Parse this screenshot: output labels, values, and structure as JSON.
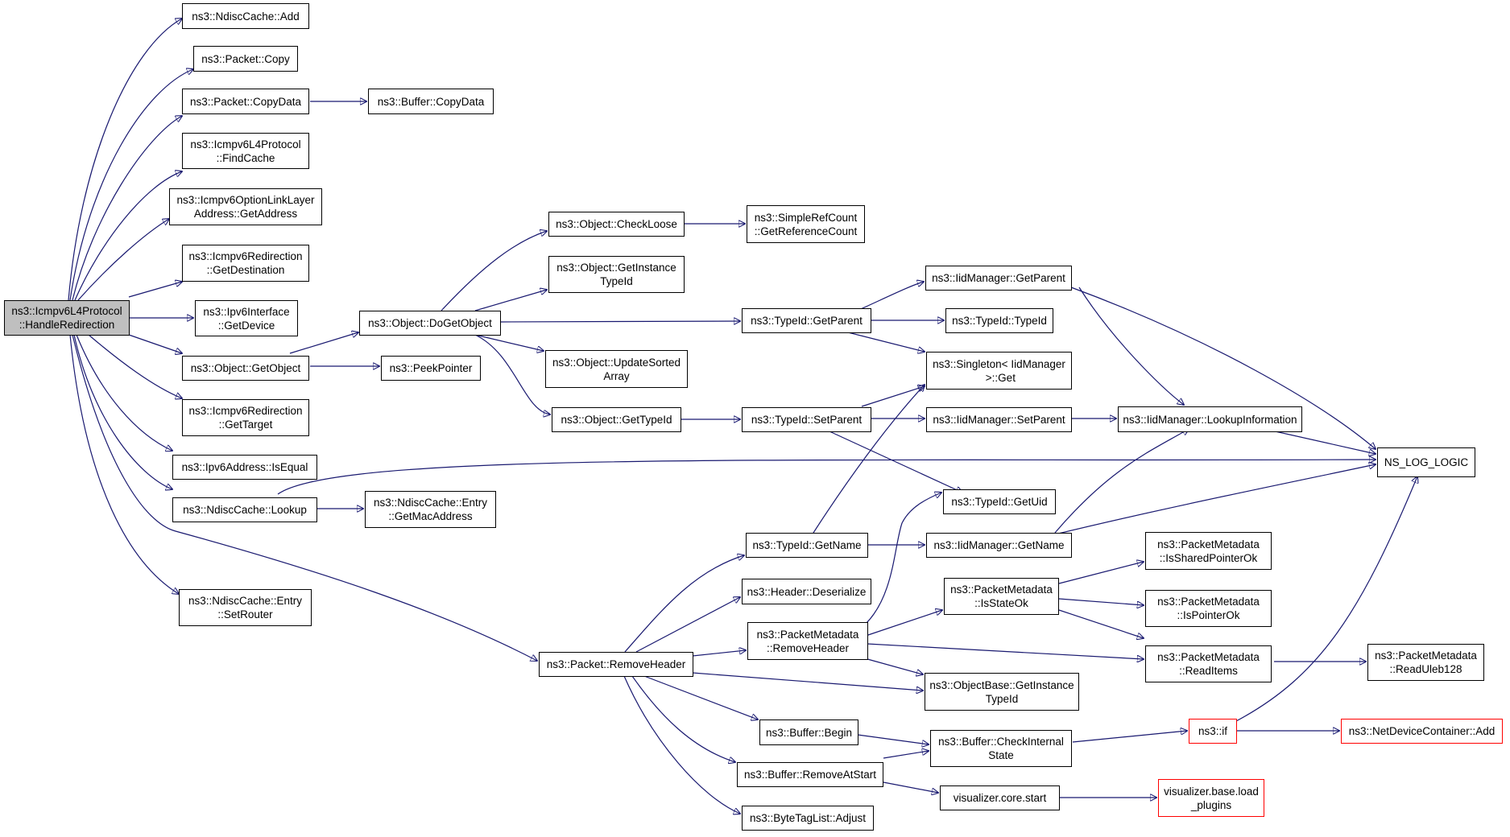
{
  "colors": {
    "edge": "#191970",
    "root_fill": "#bfbfbf",
    "truncated_border": "#ff0000",
    "node_border": "#000000"
  },
  "nodes": {
    "root": "ns3::Icmpv6L4Protocol\n::HandleRedirection",
    "ndisc_add": "ns3::NdiscCache::Add",
    "packet_copy": "ns3::Packet::Copy",
    "packet_copydata": "ns3::Packet::CopyData",
    "buffer_copydata": "ns3::Buffer::CopyData",
    "findcache": "ns3::Icmpv6L4Protocol\n::FindCache",
    "optionlinklayer": "ns3::Icmpv6OptionLinkLayer\nAddress::GetAddress",
    "getdestination": "ns3::Icmpv6Redirection\n::GetDestination",
    "getdevice": "ns3::Ipv6Interface\n::GetDevice",
    "getobject": "ns3::Object::GetObject",
    "gettarget": "ns3::Icmpv6Redirection\n::GetTarget",
    "isequal": "ns3::Ipv6Address::IsEqual",
    "lookup": "ns3::NdiscCache::Lookup",
    "setrouter": "ns3::NdiscCache::Entry\n::SetRouter",
    "getmacaddress": "ns3::NdiscCache::Entry\n::GetMacAddress",
    "peekpointer": "ns3::PeekPointer",
    "dogetobject": "ns3::Object::DoGetObject",
    "checkloose": "ns3::Object::CheckLoose",
    "getinstancetypeid": "ns3::Object::GetInstance\nTypeId",
    "updatesorted": "ns3::Object::UpdateSorted\nArray",
    "gettypeid": "ns3::Object::GetTypeId",
    "getreferencecount": "ns3::SimpleRefCount\n::GetReferenceCount",
    "typeid_getparent": "ns3::TypeId::GetParent",
    "typeid_setparent": "ns3::TypeId::SetParent",
    "typeid_typeid": "ns3::TypeId::TypeId",
    "singleton_get": "ns3::Singleton< IidManager\n >::Get",
    "iid_getparent": "ns3::IidManager::GetParent",
    "iid_setparent": "ns3::IidManager::SetParent",
    "iid_lookupinfo": "ns3::IidManager::LookupInformation",
    "ns_log_logic": "NS_LOG_LOGIC",
    "typeid_getuid": "ns3::TypeId::GetUid",
    "typeid_getname": "ns3::TypeId::GetName",
    "iid_getname": "ns3::IidManager::GetName",
    "header_deserialize": "ns3::Header::Deserialize",
    "pm_removeheader": "ns3::PacketMetadata\n::RemoveHeader",
    "pm_isstateok": "ns3::PacketMetadata\n::IsStateOk",
    "pm_issharedpointerok": "ns3::PacketMetadata\n::IsSharedPointerOk",
    "pm_ispointerok": "ns3::PacketMetadata\n::IsPointerOk",
    "pm_readitems": "ns3::PacketMetadata\n::ReadItems",
    "pm_readuleb128": "ns3::PacketMetadata\n::ReadUleb128",
    "packet_removeheader": "ns3::Packet::RemoveHeader",
    "objectbase_getinstancetypeid": "ns3::ObjectBase::GetInstance\nTypeId",
    "buffer_begin": "ns3::Buffer::Begin",
    "buffer_checkinternal": "ns3::Buffer::CheckInternal\nState",
    "buffer_removeatstart": "ns3::Buffer::RemoveAtStart",
    "ns3_if": "ns3::if",
    "netdevicecontainer_add": "ns3::NetDeviceContainer::Add",
    "visualizer_core_start": "visualizer.core.start",
    "visualizer_load_plugins": "visualizer.base.load\n_plugins",
    "bytetaglist_adjust": "ns3::ByteTagList::Adjust"
  }
}
